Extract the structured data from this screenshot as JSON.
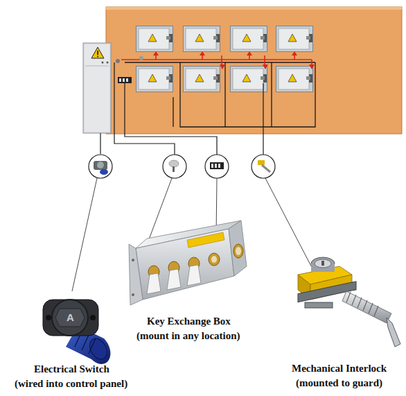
{
  "diagram": {
    "labels": [
      "A",
      "Electrical Switch",
      "(wired into control panel)",
      "Key Exchange Box",
      "(mount in any location)",
      "Mechanical Interlock",
      "(mounted to guard)"
    ]
  }
}
